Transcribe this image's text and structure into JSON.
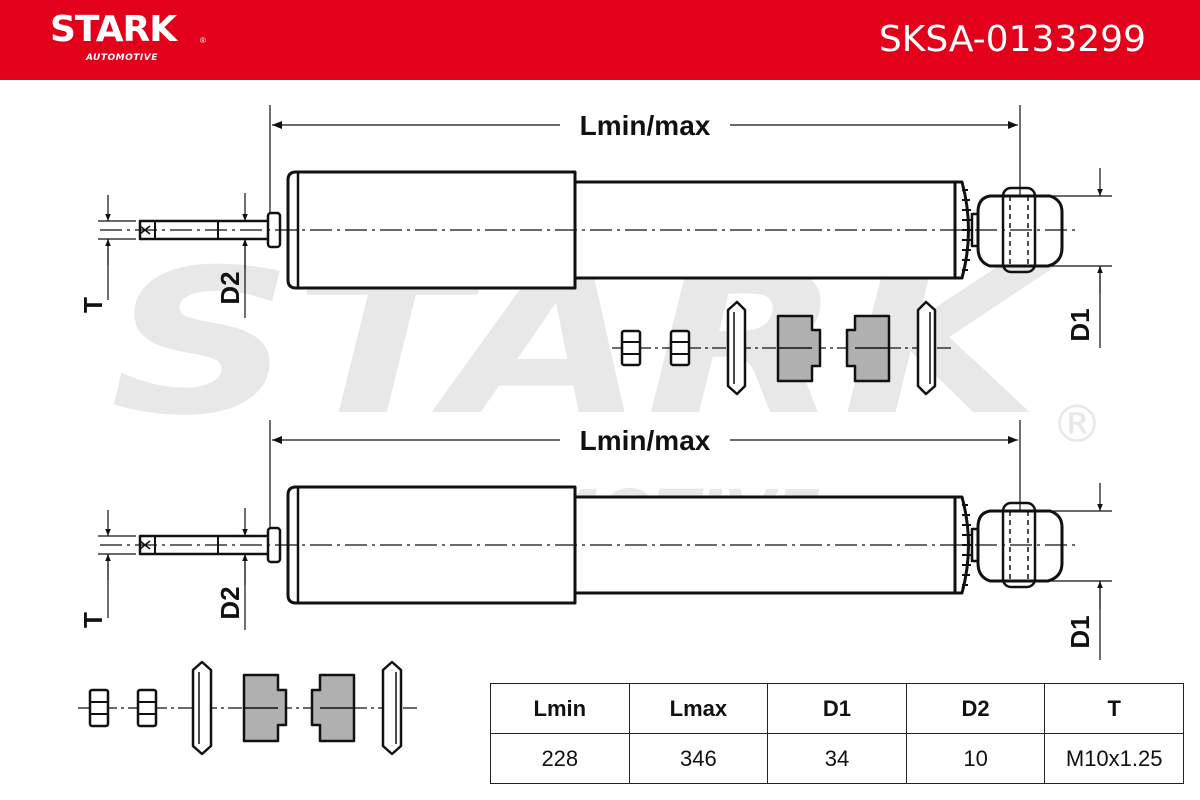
{
  "header": {
    "logo": {
      "main": "STARK",
      "registered": "®",
      "sub": "AUTOMOTIVE"
    },
    "part_number": "SKSA-0133299",
    "background_color": "#e2001a"
  },
  "watermark": {
    "main": "STARK",
    "sub": "AUTOMOTIVE",
    "registered": "®",
    "color": "#e8e8e8"
  },
  "drawing": {
    "dimension_labels": {
      "length": "Lmin/max",
      "d1": "D1",
      "d2": "D2",
      "t": "T"
    }
  },
  "spec_table": {
    "headers": [
      "Lmin",
      "Lmax",
      "D1",
      "D2",
      "T"
    ],
    "values": [
      "228",
      "346",
      "34",
      "10",
      "M10x1.25"
    ]
  }
}
